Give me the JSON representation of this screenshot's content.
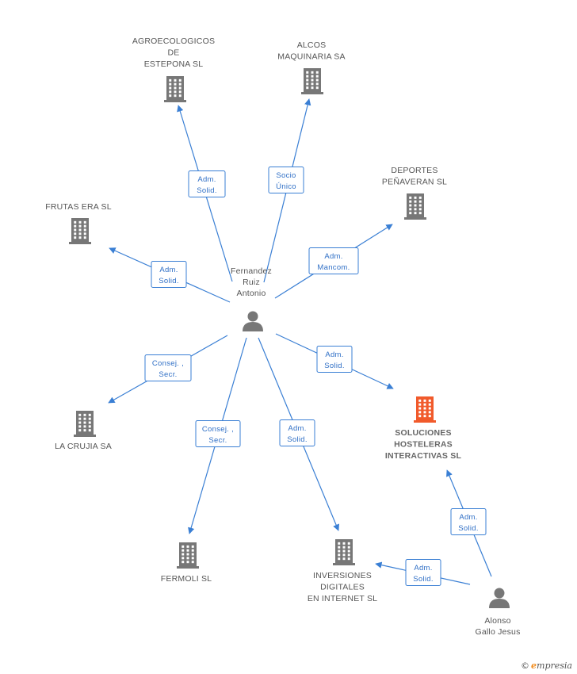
{
  "colors": {
    "edge": "#3a7fd4",
    "company": "#777777",
    "focus_company": "#f15a2b",
    "person": "#777777"
  },
  "nodes": [
    {
      "id": "person-fernandez",
      "kind": "person",
      "lines": [
        "Fernandez",
        "Ruiz",
        "Antonio"
      ],
      "icon": "person-icon"
    },
    {
      "id": "person-alonso",
      "kind": "person",
      "lines": [
        "Alonso",
        "Gallo Jesus"
      ],
      "icon": "person-icon"
    },
    {
      "id": "agroecologicos",
      "kind": "company",
      "lines": [
        "AGROECOLOGICOS",
        "DE",
        "ESTEPONA SL"
      ],
      "icon": "building-icon"
    },
    {
      "id": "alcos",
      "kind": "company",
      "lines": [
        "ALCOS",
        "MAQUINARIA SA"
      ],
      "icon": "building-icon"
    },
    {
      "id": "deportes",
      "kind": "company",
      "lines": [
        "DEPORTES",
        "PEÑAVERAN SL"
      ],
      "icon": "building-icon"
    },
    {
      "id": "frutas",
      "kind": "company",
      "lines": [
        "FRUTAS ERA SL"
      ],
      "icon": "building-icon"
    },
    {
      "id": "lacrujia",
      "kind": "company",
      "lines": [
        "LA CRUJIA SA"
      ],
      "icon": "building-icon"
    },
    {
      "id": "fermoli",
      "kind": "company",
      "lines": [
        "FERMOLI SL"
      ],
      "icon": "building-icon"
    },
    {
      "id": "inversiones",
      "kind": "company",
      "lines": [
        "INVERSIONES",
        "DIGITALES",
        "EN INTERNET SL"
      ],
      "icon": "building-icon"
    },
    {
      "id": "soluciones",
      "kind": "focus",
      "lines": [
        "SOLUCIONES",
        "HOSTELERAS",
        "INTERACTIVAS SL"
      ],
      "icon": "building-icon"
    }
  ],
  "edges": [
    {
      "id": "agroecologicos",
      "label": [
        "Adm.",
        "Solid."
      ]
    },
    {
      "id": "alcos",
      "label": [
        "Socio",
        "Único"
      ]
    },
    {
      "id": "deportes",
      "label": [
        "Adm.",
        "Mancom."
      ]
    },
    {
      "id": "frutas",
      "label": [
        "Adm.",
        "Solid."
      ]
    },
    {
      "id": "lacrujia",
      "label": [
        "Consej. ,",
        "Secr."
      ]
    },
    {
      "id": "fermoli",
      "label": [
        "Consej. ,",
        "Secr."
      ]
    },
    {
      "id": "inversiones",
      "label": [
        "Adm.",
        "Solid."
      ]
    },
    {
      "id": "soluciones",
      "label": [
        "Adm.",
        "Solid."
      ]
    },
    {
      "id": "alonso-soluciones",
      "label": [
        "Adm.",
        "Solid."
      ]
    },
    {
      "id": "alonso-inversiones",
      "label": [
        "Adm.",
        "Solid."
      ]
    }
  ],
  "brand": {
    "copyright": "©",
    "e": "e",
    "name": "mpresia"
  }
}
